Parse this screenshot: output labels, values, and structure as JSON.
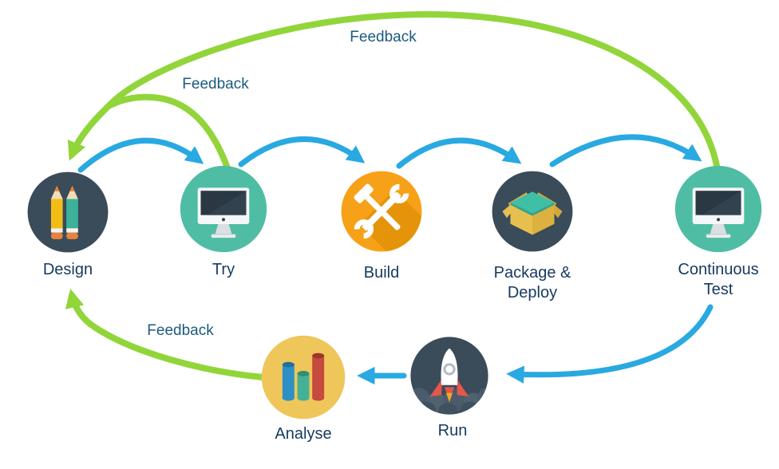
{
  "nodes": [
    {
      "id": "design",
      "label": "Design",
      "icon": "pencils-icon",
      "circle_color": "#3a4b59"
    },
    {
      "id": "try",
      "label": "Try",
      "icon": "monitor-icon",
      "circle_color": "#4fbda4"
    },
    {
      "id": "build",
      "label": "Build",
      "icon": "tools-icon",
      "circle_color": "#f6a117"
    },
    {
      "id": "package",
      "label": "Package &",
      "label2": "Deploy",
      "icon": "open-box-icon",
      "circle_color": "#3a4b59"
    },
    {
      "id": "ctest",
      "label": "Continuous",
      "label2": "Test",
      "icon": "monitor-icon",
      "circle_color": "#4fbda4"
    },
    {
      "id": "analyse",
      "label": "Analyse",
      "icon": "bar-chart-icon",
      "circle_color": "#efc65a"
    },
    {
      "id": "run",
      "label": "Run",
      "icon": "rocket-icon",
      "circle_color": "#3a4b59"
    }
  ],
  "feedback": {
    "top": "Feedback",
    "middle": "Feedback",
    "bottom": "Feedback"
  },
  "colors": {
    "arrow_blue": "#29a9e1",
    "arrow_green": "#92d53b",
    "node_label_text": "#16395f",
    "feedback_label_text": "#1b5b7d",
    "dark_circle": "#3a4b59",
    "teal_circle": "#4fbda4",
    "orange_circle": "#f6a117",
    "orange_shadow": "#e5940a",
    "yellow_circle": "#efc65a"
  }
}
